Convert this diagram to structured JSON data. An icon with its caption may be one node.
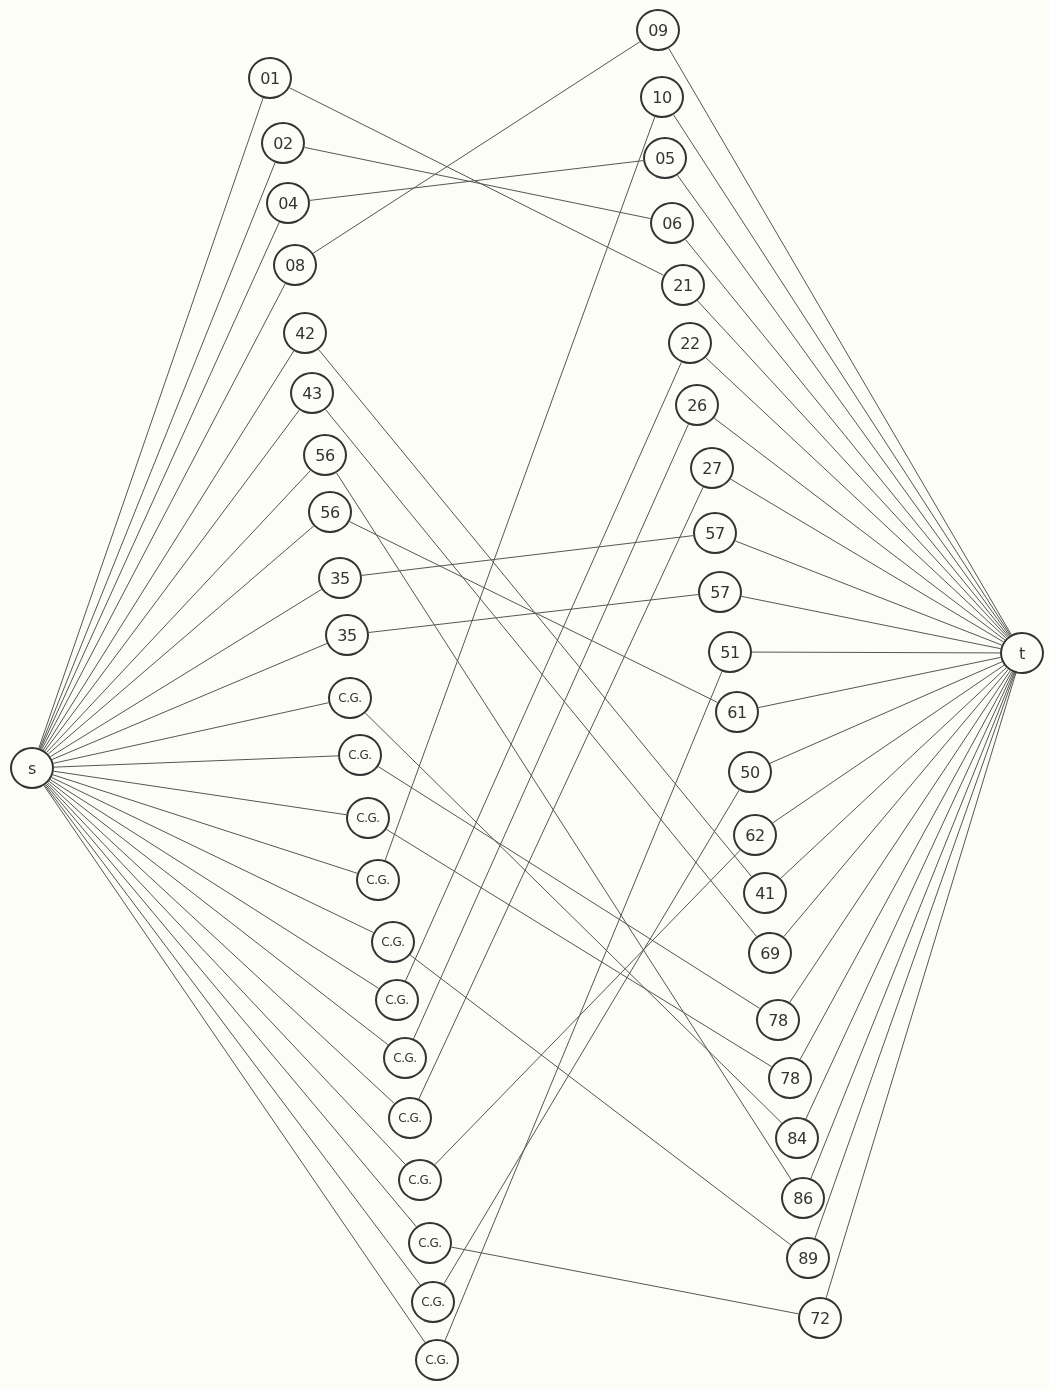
{
  "diagram": {
    "nodes": [
      {
        "text": [
          "s"
        ]
      },
      {
        "text": [
          "01"
        ]
      },
      {
        "text": [
          "02"
        ]
      },
      {
        "text": [
          "04"
        ]
      },
      {
        "text": [
          "08"
        ]
      },
      {
        "text": [
          "42"
        ]
      },
      {
        "text": [
          "43"
        ]
      },
      {
        "text": [
          "56"
        ]
      },
      {
        "text": [
          "56"
        ]
      },
      {
        "text": [
          "35"
        ]
      },
      {
        "text": [
          "35"
        ]
      },
      {
        "text": [
          "C.G."
        ]
      },
      {
        "text": [
          "C.G."
        ]
      },
      {
        "text": [
          "C.G."
        ]
      },
      {
        "text": [
          "C.G."
        ]
      },
      {
        "text": [
          "C.G."
        ]
      },
      {
        "text": [
          "C.G."
        ]
      },
      {
        "text": [
          "C.G."
        ]
      },
      {
        "text": [
          "C.G."
        ]
      },
      {
        "text": [
          "C.G."
        ]
      },
      {
        "text": [
          "C.G."
        ]
      },
      {
        "text": [
          "C.G."
        ]
      },
      {
        "text": [
          "C.G."
        ]
      },
      {
        "text": [
          "09"
        ]
      },
      {
        "text": [
          "10"
        ]
      },
      {
        "text": [
          "05"
        ]
      },
      {
        "text": [
          "06"
        ]
      },
      {
        "text": [
          "21"
        ]
      },
      {
        "text": [
          "22"
        ]
      },
      {
        "text": [
          "26"
        ]
      },
      {
        "text": [
          "27"
        ]
      },
      {
        "text": [
          "57"
        ]
      },
      {
        "text": [
          "57"
        ]
      },
      {
        "text": [
          "51"
        ]
      },
      {
        "text": [
          "61"
        ]
      },
      {
        "text": [
          "50"
        ]
      },
      {
        "text": [
          "62"
        ]
      },
      {
        "text": [
          "41"
        ]
      },
      {
        "text": [
          "69"
        ]
      },
      {
        "text": [
          "78"
        ]
      },
      {
        "text": [
          "78"
        ]
      },
      {
        "text": [
          "84"
        ]
      },
      {
        "text": [
          "86"
        ]
      },
      {
        "text": [
          "89"
        ]
      },
      {
        "text": [
          "72"
        ]
      },
      {
        "text": [
          "t"
        ]
      }
    ],
    "edges": [
      {
        "from": 0,
        "to": 1,
        "arrow": "none"
      },
      {
        "from": 0,
        "to": 2,
        "arrow": "none"
      },
      {
        "from": 0,
        "to": 3,
        "arrow": "none"
      },
      {
        "from": 0,
        "to": 4,
        "arrow": "none"
      },
      {
        "from": 0,
        "to": 5,
        "arrow": "none"
      },
      {
        "from": 0,
        "to": 6,
        "arrow": "none"
      },
      {
        "from": 0,
        "to": 7,
        "arrow": "none"
      },
      {
        "from": 0,
        "to": 8,
        "arrow": "none"
      },
      {
        "from": 0,
        "to": 9,
        "arrow": "none"
      },
      {
        "from": 0,
        "to": 10,
        "arrow": "none"
      },
      {
        "from": 0,
        "to": 11,
        "arrow": "none"
      },
      {
        "from": 0,
        "to": 12,
        "arrow": "none"
      },
      {
        "from": 0,
        "to": 13,
        "arrow": "none"
      },
      {
        "from": 0,
        "to": 14,
        "arrow": "none"
      },
      {
        "from": 0,
        "to": 15,
        "arrow": "none"
      },
      {
        "from": 0,
        "to": 16,
        "arrow": "none"
      },
      {
        "from": 0,
        "to": 17,
        "arrow": "none"
      },
      {
        "from": 0,
        "to": 18,
        "arrow": "none"
      },
      {
        "from": 0,
        "to": 19,
        "arrow": "none"
      },
      {
        "from": 0,
        "to": 20,
        "arrow": "none"
      },
      {
        "from": 0,
        "to": 21,
        "arrow": "none"
      },
      {
        "from": 0,
        "to": 22,
        "arrow": "none"
      },
      {
        "from": 1,
        "to": 27,
        "arrow": "none"
      },
      {
        "from": 2,
        "to": 26,
        "arrow": "none"
      },
      {
        "from": 3,
        "to": 25,
        "arrow": "none"
      },
      {
        "from": 4,
        "to": 23,
        "arrow": "none"
      },
      {
        "from": 5,
        "to": 37,
        "arrow": "none"
      },
      {
        "from": 6,
        "to": 38,
        "arrow": "none"
      },
      {
        "from": 7,
        "to": 42,
        "arrow": "none"
      },
      {
        "from": 8,
        "to": 34,
        "arrow": "none"
      },
      {
        "from": 9,
        "to": 31,
        "arrow": "none"
      },
      {
        "from": 10,
        "to": 32,
        "arrow": "none"
      },
      {
        "from": 11,
        "to": 41,
        "arrow": "none"
      },
      {
        "from": 12,
        "to": 39,
        "arrow": "none"
      },
      {
        "from": 13,
        "to": 40,
        "arrow": "none"
      },
      {
        "from": 14,
        "to": 24,
        "arrow": "none"
      },
      {
        "from": 15,
        "to": 43,
        "arrow": "none"
      },
      {
        "from": 16,
        "to": 28,
        "arrow": "none"
      },
      {
        "from": 17,
        "to": 29,
        "arrow": "none"
      },
      {
        "from": 18,
        "to": 30,
        "arrow": "none"
      },
      {
        "from": 19,
        "to": 36,
        "arrow": "none"
      },
      {
        "from": 20,
        "to": 44,
        "arrow": "none"
      },
      {
        "from": 21,
        "to": 35,
        "arrow": "none"
      },
      {
        "from": 22,
        "to": 33,
        "arrow": "none"
      },
      {
        "from": 23,
        "to": 45,
        "arrow": "none"
      },
      {
        "from": 24,
        "to": 45,
        "arrow": "none"
      },
      {
        "from": 25,
        "to": 45,
        "arrow": "none"
      },
      {
        "from": 26,
        "to": 45,
        "arrow": "none"
      },
      {
        "from": 27,
        "to": 45,
        "arrow": "none"
      },
      {
        "from": 28,
        "to": 45,
        "arrow": "none"
      },
      {
        "from": 29,
        "to": 45,
        "arrow": "none"
      },
      {
        "from": 30,
        "to": 45,
        "arrow": "none"
      },
      {
        "from": 31,
        "to": 45,
        "arrow": "none"
      },
      {
        "from": 32,
        "to": 45,
        "arrow": "none"
      },
      {
        "from": 33,
        "to": 45,
        "arrow": "none"
      },
      {
        "from": 34,
        "to": 45,
        "arrow": "none"
      },
      {
        "from": 35,
        "to": 45,
        "arrow": "none"
      },
      {
        "from": 36,
        "to": 45,
        "arrow": "none"
      },
      {
        "from": 37,
        "to": 45,
        "arrow": "none"
      },
      {
        "from": 38,
        "to": 45,
        "arrow": "none"
      },
      {
        "from": 39,
        "to": 45,
        "arrow": "none"
      },
      {
        "from": 40,
        "to": 45,
        "arrow": "none"
      },
      {
        "from": 41,
        "to": 45,
        "arrow": "none"
      },
      {
        "from": 42,
        "to": 45,
        "arrow": "none"
      },
      {
        "from": 43,
        "to": 45,
        "arrow": "none"
      },
      {
        "from": 44,
        "to": 45,
        "arrow": "none"
      }
    ]
  }
}
